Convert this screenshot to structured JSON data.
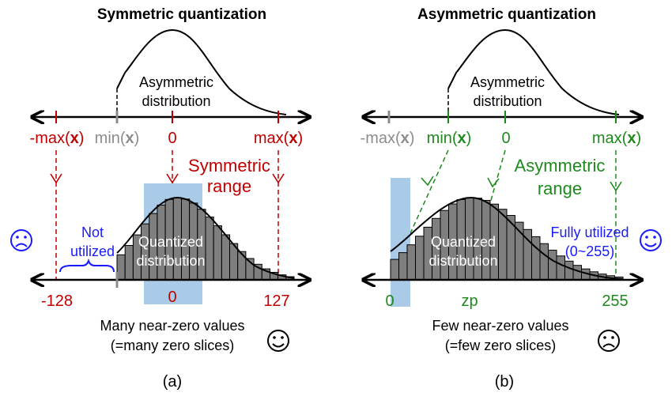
{
  "colors": {
    "red": "#c00000",
    "green": "#1e8a1e",
    "gray": "#8c8c8c",
    "blue": "#1a1aff",
    "black": "#000000",
    "highlight": "#a9cbe8",
    "bar_fill": "#7f7f7f"
  },
  "left": {
    "title": "Symmetric quantization",
    "dist_label_1": "Asymmetric",
    "dist_label_2": "distribution",
    "neg_max_pre": "-max(",
    "neg_max_x": "x",
    "neg_max_post": ")",
    "min_pre": "min(",
    "min_x": "x",
    "min_post": ")",
    "zero": "0",
    "max_pre": "max(",
    "max_x": "x",
    "max_post": ")",
    "range_1": "Symmetric",
    "range_2": "range",
    "not_1": "Not",
    "not_2": "utilized",
    "quant_1": "Quantized",
    "quant_2": "distribution",
    "tick_neg": "-128",
    "tick_zero": "0",
    "tick_pos": "127",
    "caption_1": "Many near-zero values",
    "caption_2": "(=many zero slices)",
    "panel_label": "(a)",
    "left_face": "sad-face",
    "caption_face": "happy-face"
  },
  "right": {
    "title": "Asymmetric quantization",
    "dist_label_1": "Asymmetric",
    "dist_label_2": "distribution",
    "neg_max_pre": "-max(",
    "neg_max_x": "x",
    "neg_max_post": ")",
    "min_pre": "min(",
    "min_x": "x",
    "min_post": ")",
    "zero": "0",
    "max_pre": "max(",
    "max_x": "x",
    "max_post": ")",
    "range_1": "Asymmetric",
    "range_2": "range",
    "full_1": "Fully utilized",
    "full_2": "(0~255)",
    "quant_1": "Quantized",
    "quant_2": "distribution",
    "tick_zero": "0",
    "tick_zp": "zp",
    "tick_max": "255",
    "caption_1": "Few near-zero values",
    "caption_2": "(=few zero slices)",
    "panel_label": "(b)",
    "right_face": "happy-face",
    "caption_face": "sad-face"
  }
}
